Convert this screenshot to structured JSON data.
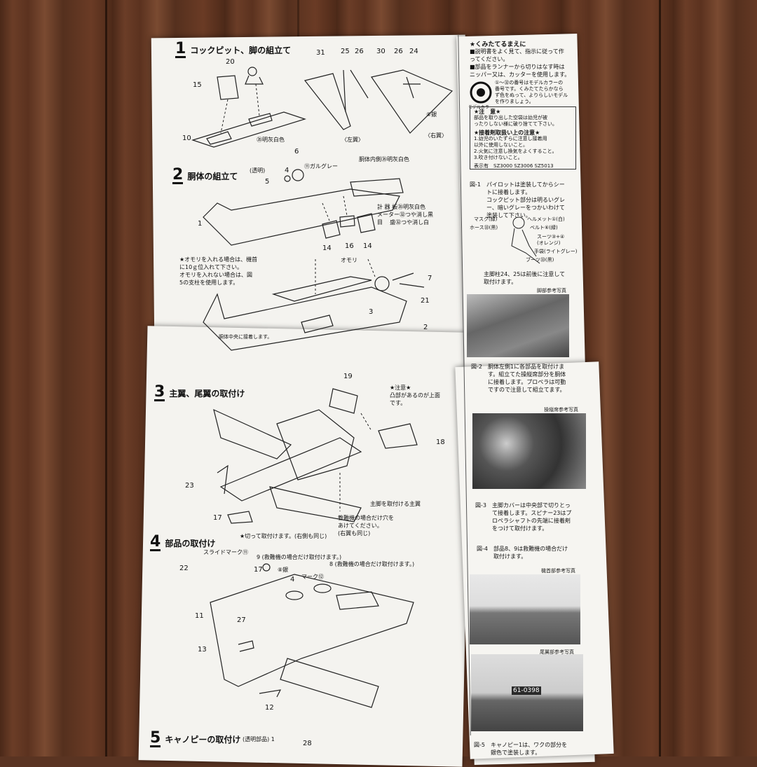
{
  "steps": [
    {
      "num": "1",
      "title": "コックピット、脚の組立て"
    },
    {
      "num": "2",
      "title": "胴体の組立て"
    },
    {
      "num": "3",
      "title": "主翼、尾翼の取付け"
    },
    {
      "num": "4",
      "title": "部品の取付け"
    },
    {
      "num": "5",
      "title": "キャノピーの取付け"
    }
  ],
  "step1": {
    "parts": [
      "20",
      "15",
      "10",
      "31",
      "25",
      "26",
      "30",
      "26",
      "24"
    ],
    "paint": "㉟明灰白色",
    "mark": "⑧銀",
    "left_wing": "〈左翼〉",
    "right_wing": "〈右翼〉"
  },
  "step2": {
    "clear": "(透明)",
    "p4": "4",
    "p5": "5",
    "p6": "6",
    "p1": "1",
    "p14a": "14",
    "p16": "16",
    "p14b": "14",
    "gull": "⑪ガルグレー",
    "inner": "胴体内側㉟明灰白色",
    "gauges": "計 器 板㉟明灰白色\nメーター㉜つや消し黒\n目    盛㉜つや消し白",
    "weight_note": "★オモリを入れる場合は、機首\nに10ｇ位入れて下さい。\nオモリを入れない場合は、図\n5の支柱を使用します。",
    "omori": "オモリ",
    "p7": "7",
    "p21": "21",
    "p3": "3",
    "p2": "2",
    "center": "胴体中央に接着します。"
  },
  "step3": {
    "p19": "19",
    "p18": "18",
    "p23": "23",
    "p17": "17",
    "note": "★注意★\n凸部があるのが上面\nです。",
    "gear": "主脚を取付ける主翼",
    "hole": "教難機の場合だけ穴を\nあけてください。\n(右翼も同じ)",
    "cut": "★切って取付けます。(右側も同じ)"
  },
  "step4": {
    "slide": "スライドマーク⑪",
    "p22": "22",
    "p9": "9 (救難機の場合だけ取付けます。)",
    "p8": "8 (救難機の場合だけ取付けます。)",
    "silver": "⑧銀",
    "p17": "17",
    "p4": "4",
    "mark": "マーク⑫",
    "p11": "11",
    "p27": "27",
    "p13": "13",
    "p12": "12"
  },
  "step5": {
    "clear": "(透明部品) 1",
    "p28": "28"
  },
  "right": {
    "before_title": "★くみたてるまえに",
    "before_1": "■説明書をよく見て、指示に従って作\nってください。",
    "before_2": "■部品をランナーから切りはなす時は\nニッパー又は、カッターを使用します。",
    "logo": "モデルカラー",
    "logo_text": "①〜㉜の番号はモデルカラーの\n番号です。くみたてたらかなら\nず色をぬって、よりらしいモデル\nを作りましょう。",
    "caution_title": "★注　意★",
    "caution_text": "部品を取り出した空袋は幼児が被\nったりしない様に破り捨てて下さい。",
    "glue_title": "★接着剤取扱い上の注意★",
    "glue_text": "1.幼児のいたずらに注意し接着用\n以外に使用しないこと。\n2.火気に注意し換気をよくすること。\n3.吹き付けないこと。",
    "codes": "表示有　SZ3000 SZ3006 SZ5013",
    "fig1": "図-1　パイロットは塗装してからシー\n　　　トに接着します。\n　　　コックピット部分は明るいグレ\n　　　ー、暗いグレーをつかいわけて\n　　　塗装して下さい。",
    "mask": "マスク(緑)",
    "helmet": "ヘルメット①(白)",
    "hose": "ホース㉝(黒)",
    "belt": "ベルト⑥(緑)",
    "suit": "スーツ③+④\n(オレンジ)",
    "glove": "手袋(ライトグレー)",
    "boots": "ブーツ㉝(黒)",
    "gear_note": "主脚柱24、25は前後に注意して\n取付けます。",
    "photo1": "脚部参考写真",
    "fig2": "図-2　胴体左側1に各部品を取付けま\n　　　す。組立てた操縦席部分を胴体\n　　　に接着します。プロペラは可動\n　　　ですので注意して組立てます。",
    "photo2": "操縦席参考写真",
    "fig3": "図-3　主脚カバーは中央部で切りとっ\n　　　て接着します。スピナー23はプ\n　　　ロペラシャフトの先端に接着剤\n　　　をつけて取付けます。",
    "fig4": "図-4　部品8、9は救難機の場合だけ\n　　　取付けます。",
    "photo3": "機首部参考写真",
    "photo4": "尾翼部参考写真",
    "reg": "61-0398",
    "fig5": "図-5　キャノピー1は、ワクの部分を\n　　　銀色で塗装します。"
  }
}
